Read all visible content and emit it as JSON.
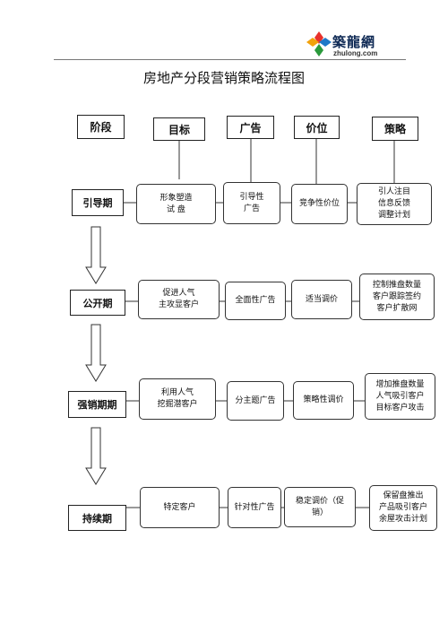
{
  "logo": {
    "name_cn": "築龍網",
    "domain": "zhulong.com"
  },
  "title": "房地产分段营销策略流程图",
  "headers": [
    "阶段",
    "目标",
    "广告",
    "价位",
    "策略"
  ],
  "stages": [
    {
      "label": "引导期",
      "goal": "形象塑造\n试  盘",
      "ad": "引导性\n广告",
      "price": "竞争性价位",
      "strategy": "引人注目\n信息反馈\n调整计划"
    },
    {
      "label": "公开期",
      "goal": "促进人气\n主攻显客户",
      "ad": "全面性广告",
      "price": "适当调价",
      "strategy": "控制推盘数量\n客户跟踪签约\n客户扩散网"
    },
    {
      "label": "强销期期",
      "goal": "利用人气\n挖掘潜客户",
      "ad": "分主题广告",
      "price": "策略性调价",
      "strategy": "增加推盘数量\n人气吸引客户\n目标客户攻击"
    },
    {
      "label": "持续期",
      "goal": "特定客户",
      "ad": "针对性广告",
      "price": "稳定调价（促\n销）",
      "strategy": "保留盘推出\n产品吸引客户\n余屋攻击计划"
    }
  ]
}
